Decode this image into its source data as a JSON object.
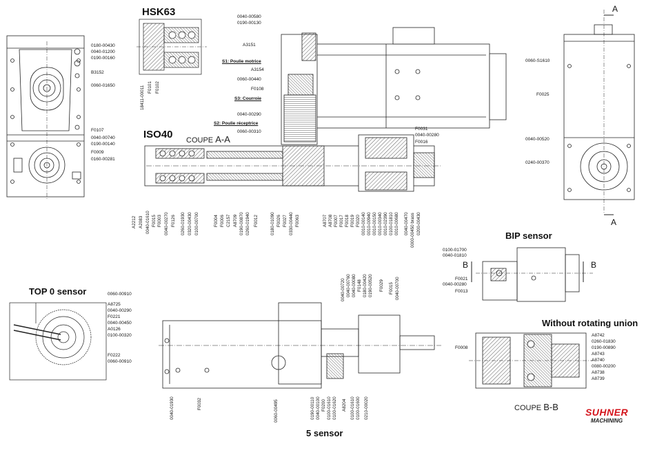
{
  "titles": {
    "hsk63": "HSK63",
    "iso40": "ISO40",
    "top0": "TOP 0 sensor",
    "bip": "BIP sensor",
    "without": "Without rotating union",
    "five": "5 sensor"
  },
  "sections": {
    "aa_prefix": "COUPE",
    "aa_letters": "A-A",
    "bb_prefix": "COUPE",
    "bb_letters": "B-B",
    "a_top": "A",
    "a_bottom": "A",
    "b_left": "B",
    "b_right": "B"
  },
  "logo": {
    "brand": "SUHNER",
    "sub": "MACHINING"
  },
  "labels": {
    "lv_1": "0180-00430",
    "lv_2": "0040-01200",
    "lv_3": "0190-00160",
    "lv_4": "B3152",
    "lv_5": "0060-01650",
    "lv_6": "F0107",
    "lv_7": "0040-00740",
    "lv_8": "0190-00140",
    "lv_9": "F0009",
    "lv_10": "0160-00281",
    "hsk_r1": "18411-00011",
    "hsk_r2": "F0101",
    "hsk_r3": "F0102",
    "mt_1": "0040-00580",
    "mt_2": "0190-00130",
    "mt_3": "A3151",
    "mt_4": "S1: Poulie motrice",
    "mt_5": "A3154",
    "mt_6": "0060-00440",
    "mt_7": "F0108",
    "mt_8": "S3: Courroie",
    "mt_9": "0040-00290",
    "mt_10": "S2: Poulie réceptrice",
    "mt_11": "0060-00310",
    "mt_12": "F0031",
    "mt_13": "0040-00280",
    "mt_14": "F0016",
    "rv_1": "0060-S1610",
    "rv_2": "F0025",
    "rv_3": "0040-00520",
    "rv_4": "0240-00370",
    "bot_1": "A2212",
    "bot_2": "A2083",
    "bot_3": "0040-01610",
    "bot_4": "F0015",
    "bot_5": "F0003",
    "bot_6": "0040-00270",
    "bot_7": "F0126",
    "bot_8": "0260-01930",
    "bot_9": "0320-00430",
    "bot_10": "0100-00700",
    "bot_11": "F0004",
    "bot_12": "F0006",
    "bot_13": "C2157",
    "bot_14": "A8709",
    "bot_15": "0190-00870",
    "bot_16": "0260-01940",
    "bot_17": "F0012",
    "bot_18": "0180-01090",
    "bot_19": "F0026",
    "bot_20": "F0027",
    "bot_21": "0330-00440",
    "bot_22": "F0063",
    "bot_23": "A8707",
    "bot_24": "A8708",
    "bot_25": "F0007",
    "bot_26": "F0017",
    "bot_27": "F0018",
    "bot_28": "F0019",
    "bot_29": "F0020",
    "bot_30": "0010-00140",
    "bot_31": "0010-00940",
    "bot_32": "0010-00150",
    "bot_33": "0010-00340",
    "bot_34": "0010-02390",
    "bot_35": "0100-01810",
    "bot_36": "0010-00680",
    "bot_37": "0040-00470",
    "bot_38": "0000-00450 brass",
    "bot_39": "0200-00430",
    "bip_1": "0100-01700",
    "bip_2": "0040-01810",
    "bip_3": "F0021",
    "bip_4": "0040-00280",
    "bip_5": "F0013",
    "top_1": "0060-00910",
    "top_2": "A8725",
    "top_3": "0040-00290",
    "top_4": "F0221",
    "top_5": "0040-00450",
    "top_6": "A0126",
    "top_7": "0100-00320",
    "top_8": "F0222",
    "top_9": "0060-00910",
    "five_t1": "0040-00720",
    "five_t2": "0040-00760",
    "five_t3": "0040-00080",
    "five_t4": "F0148",
    "five_t5": "0180-00420",
    "five_t6": "0190-00520",
    "five_t7": "F0029",
    "five_t8": "F0015",
    "five_t9": "0040-00700",
    "five_b1": "0040-01930",
    "five_b2": "F0032",
    "five_b3": "0060-00495",
    "five_b4": "0190-00110",
    "five_b5": "0040-00100",
    "five_b6": "F0200",
    "five_b7": "0100-01610",
    "five_b8": "0100-01620",
    "five_b9": "A8204",
    "five_b10": "0100-01610",
    "five_b11": "0100-01600",
    "five_b12": "0210-00020",
    "wr_0": "F0008",
    "wr_1": "A8742",
    "wr_2": "0260-01830",
    "wr_3": "0190-00890",
    "wr_4": "A8743",
    "wr_5": "A8740",
    "wr_6": "0080-00200",
    "wr_7": "A8738",
    "wr_8": "A8739"
  }
}
